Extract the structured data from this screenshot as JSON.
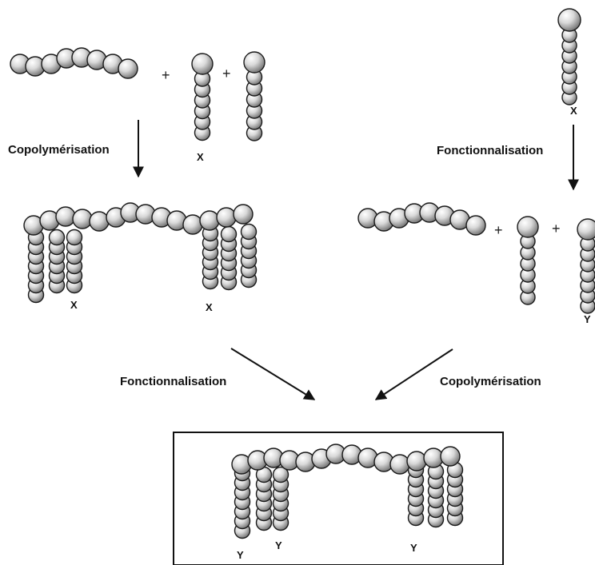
{
  "labels": {
    "copolymerisation": "Copolymérisation",
    "fonctionnalisation": "Fonctionnalisation",
    "plus": "+",
    "end_x": "X",
    "end_y": "Y"
  },
  "colors": {
    "bead_light": "#f4f4f4",
    "bead_dark": "#6e6e6e",
    "outline": "#1a1a1a",
    "arrow": "#111111",
    "frame": "#111111"
  }
}
